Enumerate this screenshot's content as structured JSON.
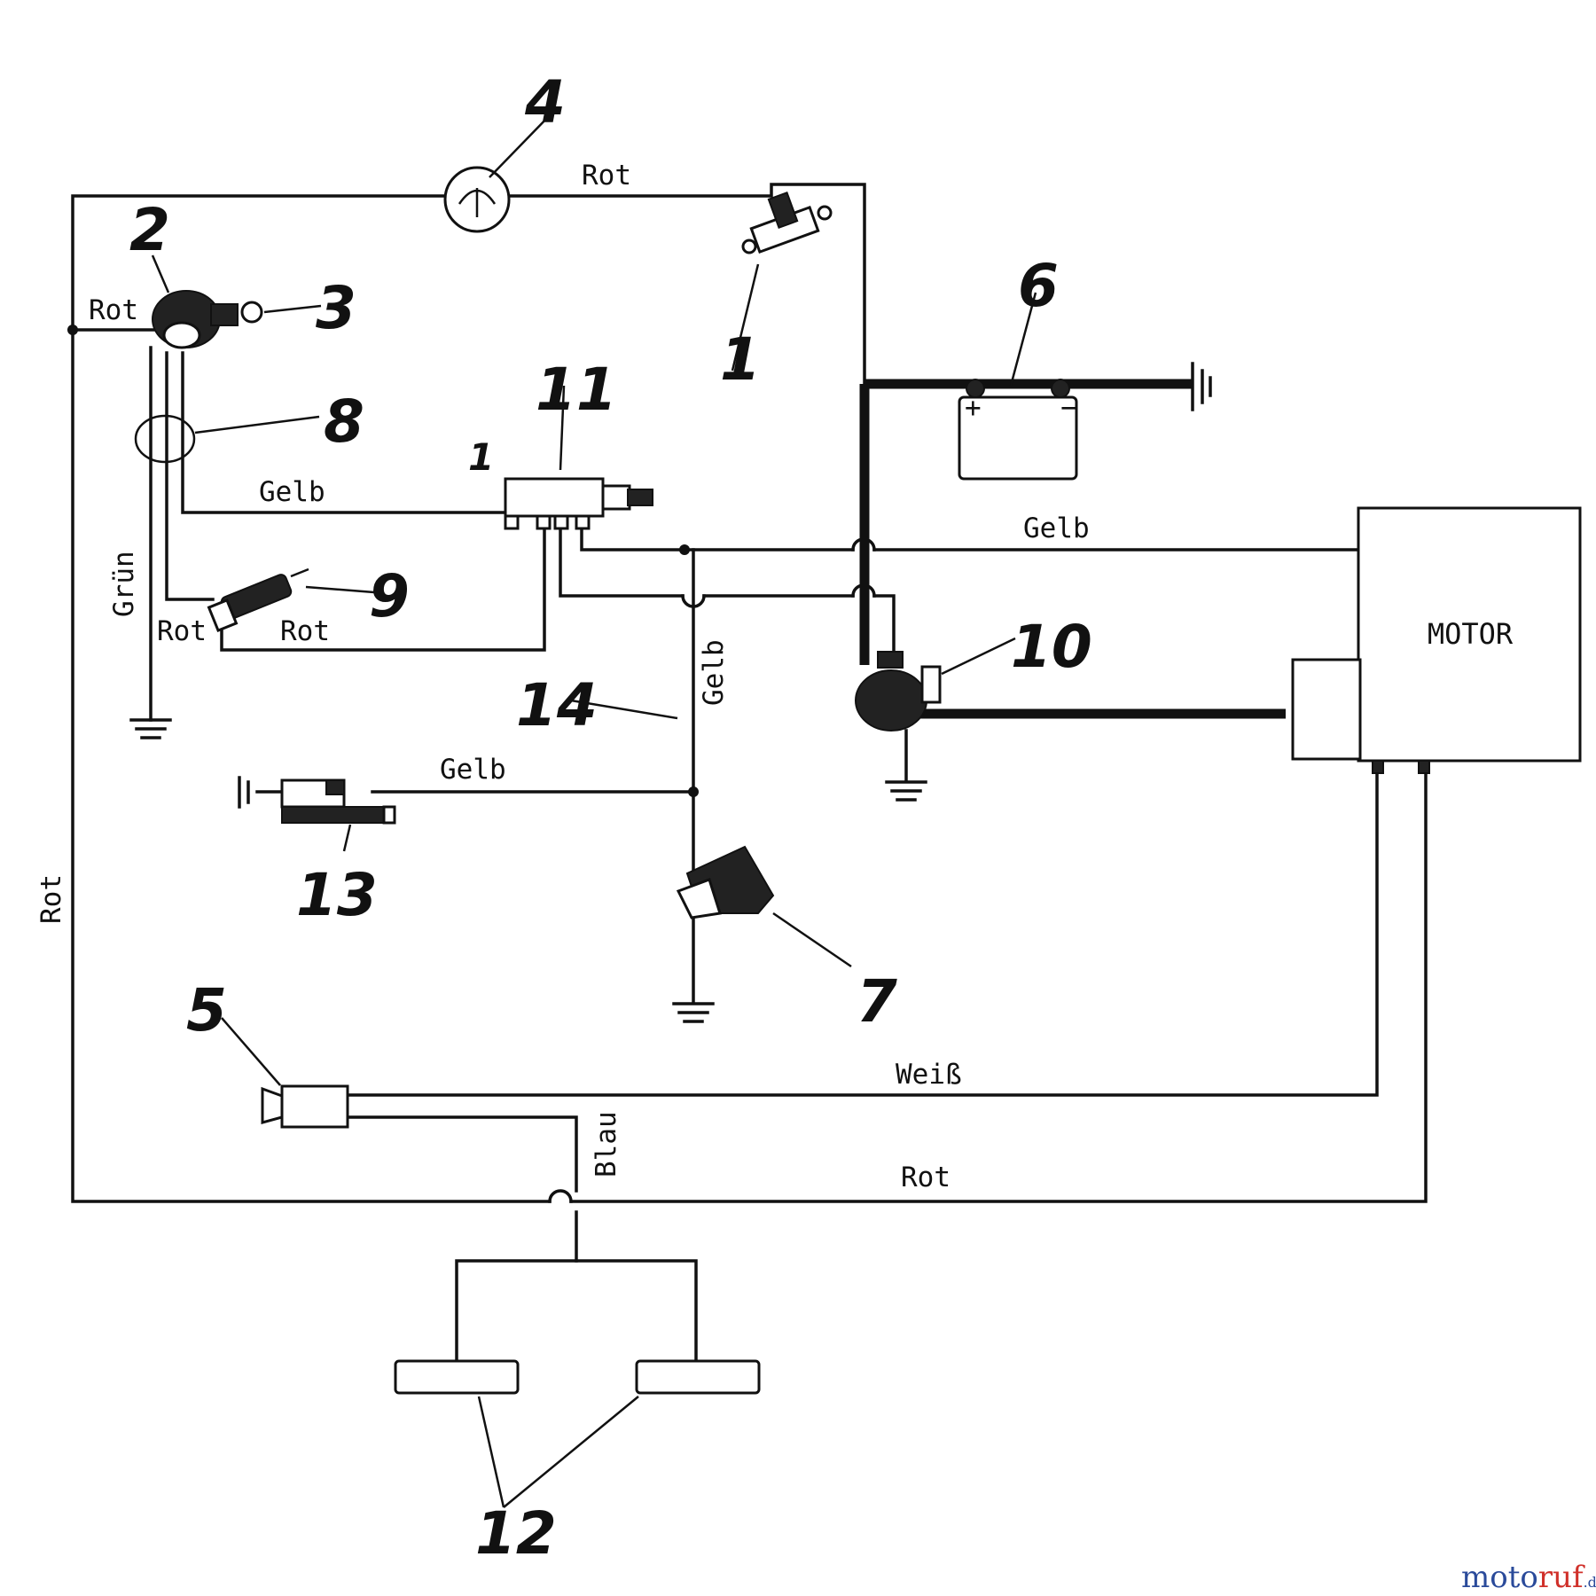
{
  "components": {
    "c1": "1",
    "c2": "2",
    "c3": "3",
    "c4": "4",
    "c5": "5",
    "c6": "6",
    "c7": "7",
    "c8": "8",
    "c9": "9",
    "c10": "10",
    "c11": "11",
    "c12": "12",
    "c13": "13",
    "c14": "14",
    "motor": "MOTOR"
  },
  "wires": {
    "rot_top": "Rot",
    "rot_ignition": "Rot",
    "gelb_switch": "Gelb",
    "gruen": "Grün",
    "rot_plug_left": "Rot",
    "rot_plug_right": "Rot",
    "gelb_motor": "Gelb",
    "gelb_vertical": "Gelb",
    "gelb_13": "Gelb",
    "rot_left": "Rot",
    "weiss": "Weiß",
    "blau": "Blau",
    "rot_bottom": "Rot"
  },
  "switch_mark": "1",
  "battery": {
    "plus": "+",
    "minus": "−"
  },
  "brand": {
    "name_part1": "moto",
    "name_part2": "ruf",
    "suffix": ".de",
    "color1": "#2a4a9a",
    "color2": "#d0302a"
  }
}
